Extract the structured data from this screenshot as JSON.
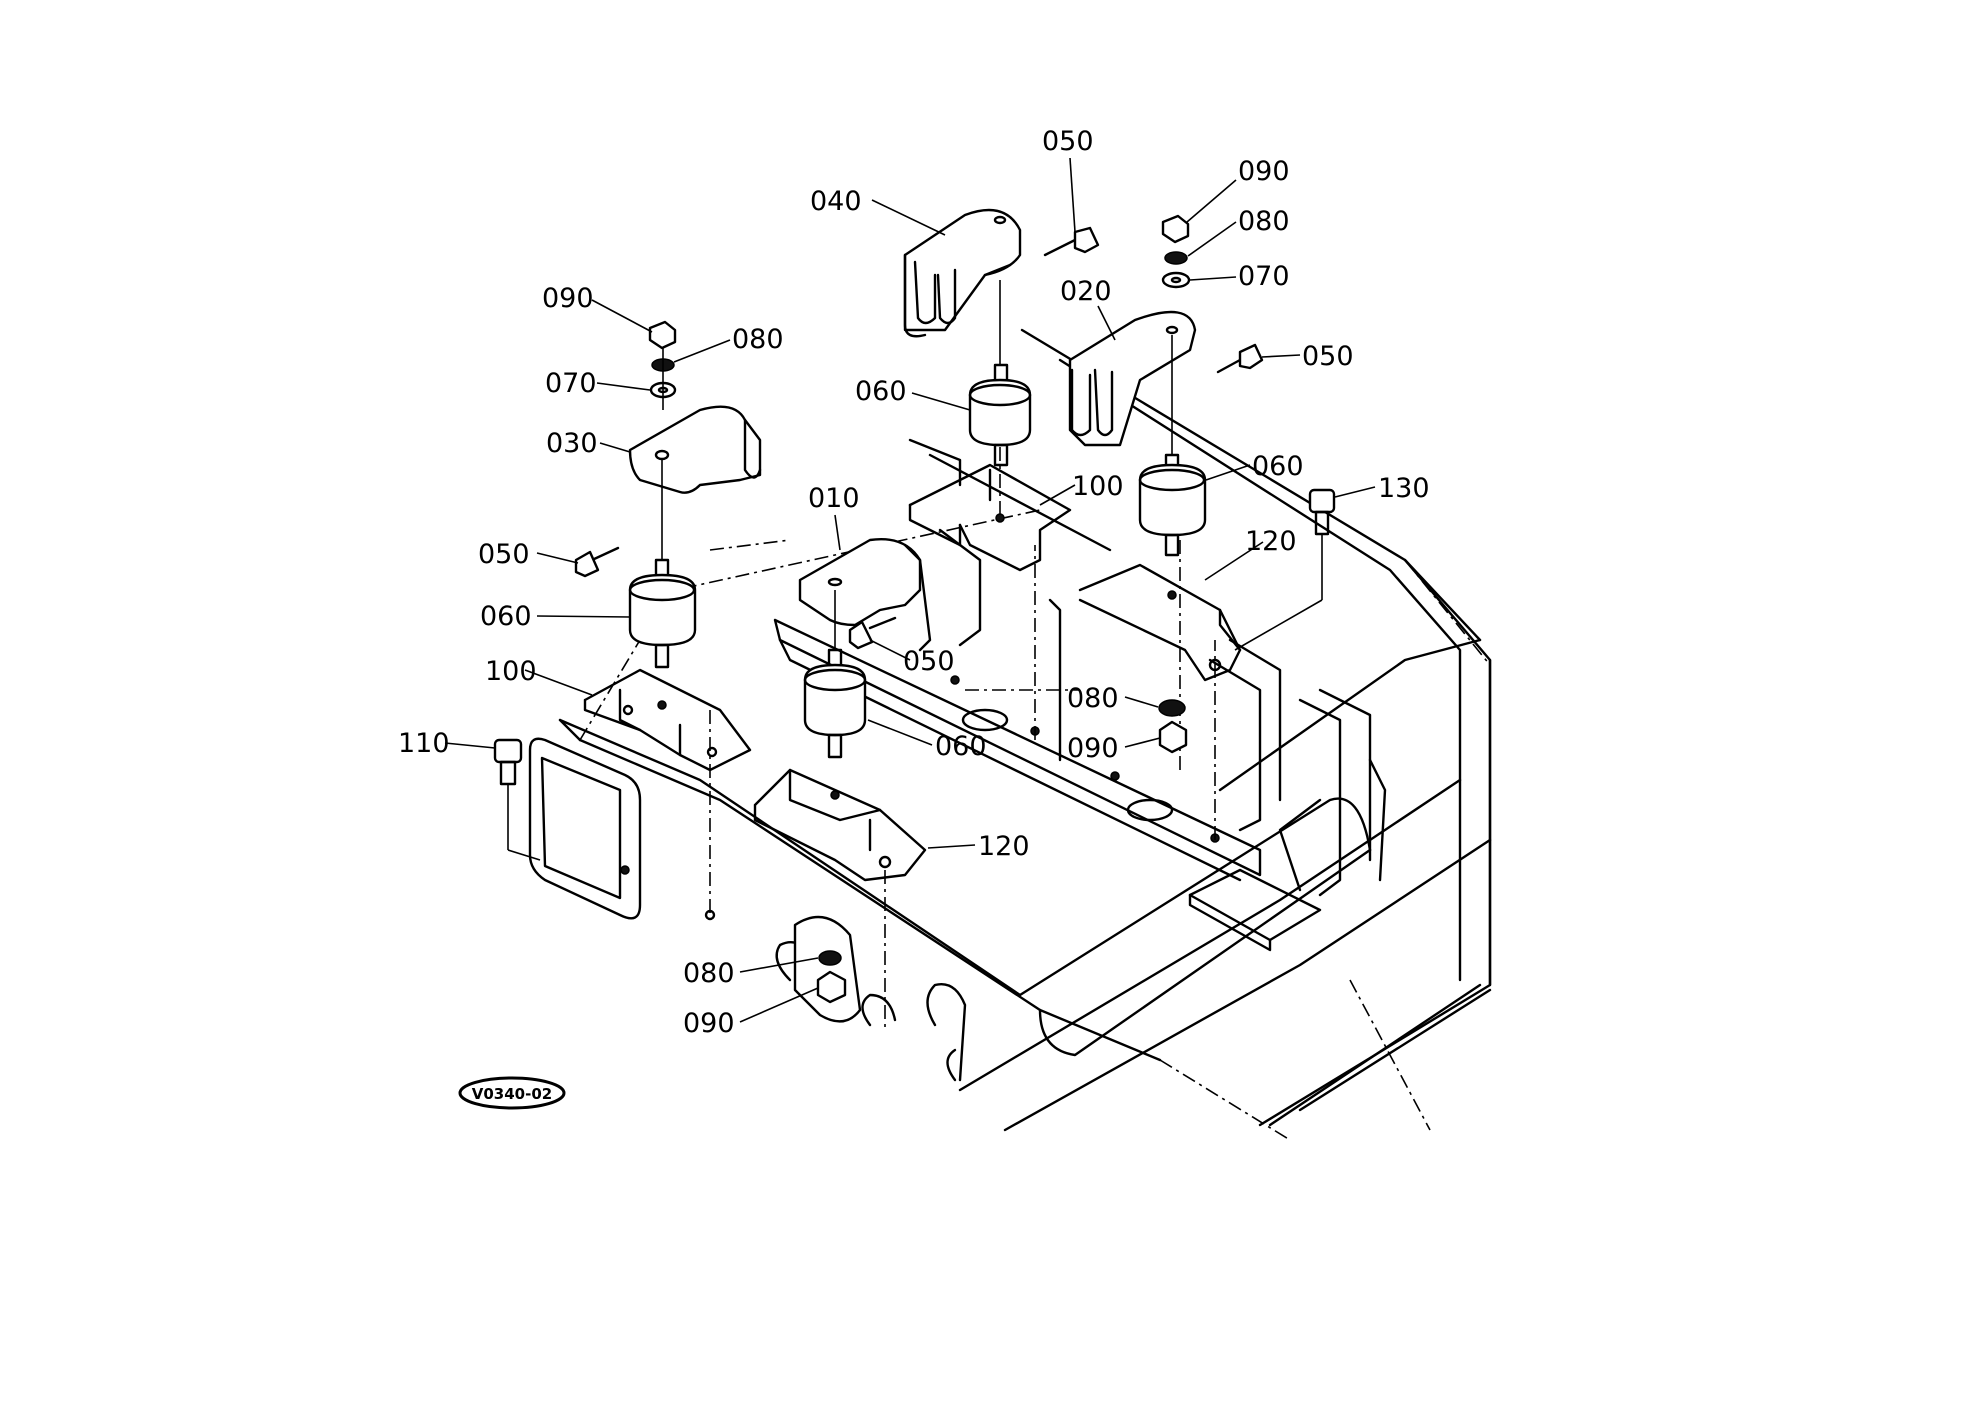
{
  "diagram": {
    "drawing_code": "V0340-02",
    "callouts": [
      {
        "id": "c-040",
        "label": "040"
      },
      {
        "id": "c-050-top",
        "label": "050"
      },
      {
        "id": "c-090-right",
        "label": "090"
      },
      {
        "id": "c-080-right",
        "label": "080"
      },
      {
        "id": "c-070-right",
        "label": "070"
      },
      {
        "id": "c-020",
        "label": "020"
      },
      {
        "id": "c-050-right",
        "label": "050"
      },
      {
        "id": "c-090-left",
        "label": "090"
      },
      {
        "id": "c-080-left",
        "label": "080"
      },
      {
        "id": "c-070-left",
        "label": "070"
      },
      {
        "id": "c-030",
        "label": "030"
      },
      {
        "id": "c-060-top",
        "label": "060"
      },
      {
        "id": "c-060-right",
        "label": "060"
      },
      {
        "id": "c-100-top",
        "label": "100"
      },
      {
        "id": "c-130",
        "label": "130"
      },
      {
        "id": "c-010",
        "label": "010"
      },
      {
        "id": "c-120-top",
        "label": "120"
      },
      {
        "id": "c-050-left",
        "label": "050"
      },
      {
        "id": "c-060-left",
        "label": "060"
      },
      {
        "id": "c-050-mid",
        "label": "050"
      },
      {
        "id": "c-100-left",
        "label": "100"
      },
      {
        "id": "c-080-mid",
        "label": "080"
      },
      {
        "id": "c-090-mid",
        "label": "090"
      },
      {
        "id": "c-110",
        "label": "110"
      },
      {
        "id": "c-060-mid",
        "label": "060"
      },
      {
        "id": "c-120-bottom",
        "label": "120"
      },
      {
        "id": "c-080-bottom",
        "label": "080"
      },
      {
        "id": "c-090-bottom",
        "label": "090"
      }
    ]
  }
}
